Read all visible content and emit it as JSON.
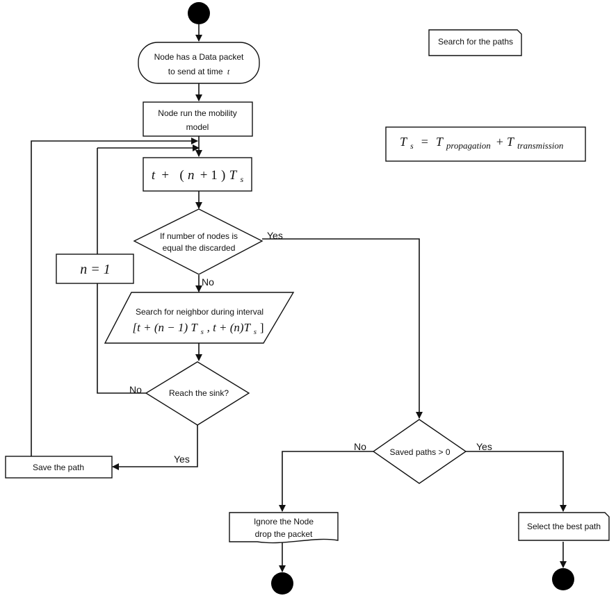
{
  "nodes": {
    "start_node": "Node has a Data packet",
    "start_node_line2": "to send at time",
    "start_node_var": "t",
    "mobility_line1": "Node run the mobility",
    "mobility_line2": "model",
    "time_update": {
      "t": "t",
      "plus": "+",
      "open": "(",
      "n": "n",
      "plus1": "+ 1",
      "close": ")",
      "T": "T",
      "s": "s"
    },
    "decision_discarded_line1": "If number of nodes is",
    "decision_discarded_line2": "equal the discarded",
    "search_neighbor_line1": "Search for neighbor during interval",
    "search_interval": "[t + (n − 1) T",
    "search_interval_s1": "s",
    "search_interval_mid": ", t + (n)T",
    "search_interval_s2": "s",
    "search_interval_close": "]",
    "n_reset": "n = 1",
    "reach_sink": "Reach the sink?",
    "save_path": "Save the path",
    "saved_paths": "Saved paths > 0",
    "ignore_line1": "Ignore the Node",
    "ignore_line2": "drop the packet",
    "select_best": "Select the best path",
    "search_paths": "Search for the paths",
    "formula": {
      "T": "T",
      "s": "s",
      "eq": "=",
      "prop": "T",
      "prop_sub": "propagation",
      "plus": "+",
      "trans": "T",
      "trans_sub": "transmission"
    }
  },
  "edge_labels": {
    "discarded_yes": "Yes",
    "discarded_no": "No",
    "sink_no": "No",
    "sink_yes": "Yes",
    "saved_no": "No",
    "saved_yes": "Yes"
  }
}
